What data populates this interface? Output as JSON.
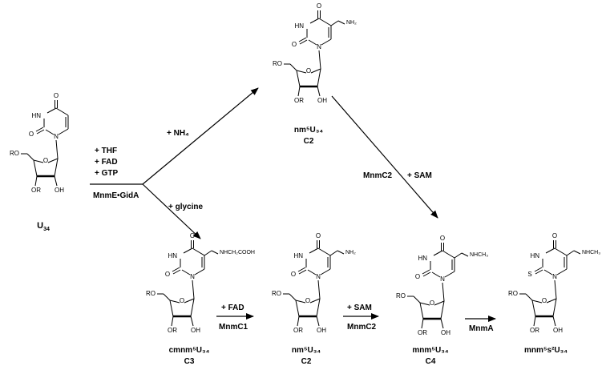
{
  "molecules": {
    "u34": {
      "name_base": "U",
      "name_sub": "34",
      "r_ring": "RO",
      "or": "OR",
      "oh": "OH",
      "nh": "HN",
      "o": "O",
      "n": "N"
    },
    "nm5u34_top": {
      "name": "nm⁵U₃₄",
      "code": "C2",
      "substituent": "NH₂"
    },
    "cmnm5u34": {
      "name": "cmnm⁵U₃₄",
      "code": "C3",
      "substituent": "NHCH₂COOH"
    },
    "nm5u34_bottom": {
      "name": "nm⁵U₃₄",
      "code": "C2",
      "substituent": "NH₂"
    },
    "mnm5u34": {
      "name": "mnm⁵U₃₄",
      "code": "C4",
      "substituent": "NHCH₃"
    },
    "mnm5s2u34": {
      "name": "mnm⁵s²U₃₄",
      "code": "",
      "substituent": "NHCH₃",
      "thio": "S"
    }
  },
  "reactions": {
    "cofactors": [
      "+ THF",
      "+ FAD",
      "+ GTP"
    ],
    "enzyme_complex": "MnmE•GidA",
    "ammonium": "+ NH₄",
    "glycine": "+ glycine",
    "mnmc2_diag": "MnmC2",
    "sam_diag": "+ SAM",
    "fad_bottom": "+ FAD",
    "mnmc1": "MnmC1",
    "sam_bottom": "+ SAM",
    "mnmc2_bottom": "MnmC2",
    "mnma": "MnmA"
  },
  "atom_labels": {
    "ro": "RO",
    "or": "OR",
    "oh": "OH",
    "hn": "HN",
    "o": "O",
    "n": "N"
  }
}
